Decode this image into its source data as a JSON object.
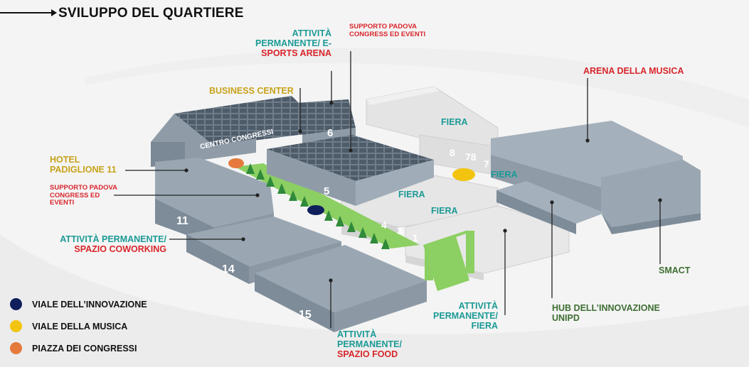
{
  "title": "SVILUPPO DEL QUARTIERE",
  "colors": {
    "teal": "#1b9a96",
    "red": "#d8252b",
    "gold": "#c8a21a",
    "green": "#3e6e32",
    "navy": "#0f1f5c",
    "yellow": "#f2c40f",
    "orange": "#e57a3c",
    "building": "#8f9ca8",
    "fiera": "#e3e3e3"
  },
  "labels": {
    "attivita_esports_teal": "ATTIVITÀ PERMANENTE/ E-",
    "attivita_esports_red": "SPORTS ARENA",
    "supporto_top": "SUPPORTO PADOVA CONGRESS ED EVENTI",
    "business_center": "BUSINESS CENTER",
    "arena_musica": "ARENA DELLA MUSICA",
    "hotel": "HOTEL PADIGLIONE 11",
    "supporto_left": "SUPPORTO PADOVA CONGRESS ED EVENTI",
    "coworking_teal": "ATTIVITÀ PERMANENTE/",
    "coworking_red": "SPAZIO COWORKING",
    "attivita_fiera": "ATTIVITÀ PERMANENTE/ FIERA",
    "hub": "HUB DELL’INNOVAZIONE UNIPD",
    "smact": "SMACT",
    "food_teal": "ATTIVITÀ PERMANENTE/",
    "food_red": "SPAZIO FOOD"
  },
  "map_text": {
    "centro_congressi": "CENTRO CONGRESSI",
    "fiera": "FIERA",
    "n6": "6",
    "n5": "5",
    "n11": "11",
    "n14": "14",
    "n15": "15",
    "n8": "8",
    "n78": "78",
    "n7": "7",
    "n4": "4",
    "n3": "3",
    "n1": "1"
  },
  "legend": [
    {
      "label": "VIALE DELL’INNOVAZIONE",
      "color": "#0f1f5c",
      "icon": "navy-dot"
    },
    {
      "label": "VIALE DELLA MUSICA",
      "color": "#f2c40f",
      "icon": "yellow-dot"
    },
    {
      "label": "PIAZZA DEI CONGRESSI",
      "color": "#e57a3c",
      "icon": "orange-dot"
    }
  ]
}
